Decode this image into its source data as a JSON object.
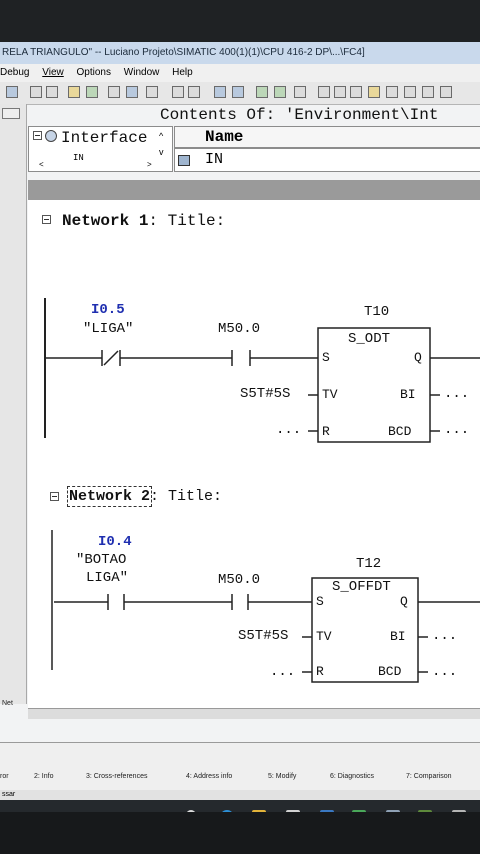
{
  "window": {
    "title": "RELA TRIANGULO\" -- Luciano Projeto\\SIMATIC 400(1)(1)\\CPU 416-2 DP\\...\\FC4]"
  },
  "menu": [
    "Debug",
    "View",
    "Options",
    "Window",
    "Help"
  ],
  "editor": {
    "contents_header": "Contents Of: 'Environment\\Int",
    "interface_label": "Interface",
    "interface_child": "IN",
    "name_header": "Name",
    "name_row": "IN"
  },
  "networks": [
    {
      "title_label": "Network 1",
      "title_suffix": ": Title:",
      "contact1_address": "I0.5",
      "contact1_symbol": "\"LIGA\"",
      "contact2_address": "M50.0",
      "timer_name": "T10",
      "block_type": "S_ODT",
      "pin_s": "S",
      "pin_tv": "TV",
      "pin_r": "R",
      "pin_q": "Q",
      "pin_bi": "BI",
      "pin_bcd": "BCD",
      "tv_value": "S5T#5S",
      "r_value": "...",
      "bi_value": "...",
      "bcd_value": "..."
    },
    {
      "title_label": "Network 2",
      "title_suffix": ": Title:",
      "contact1_address": "I0.4",
      "contact1_symbol_line1": "\"BOTAO",
      "contact1_symbol_line2": "LIGA\"",
      "contact2_address": "M50.0",
      "timer_name": "T12",
      "block_type": "S_OFFDT",
      "pin_s": "S",
      "pin_tv": "TV",
      "pin_r": "R",
      "pin_q": "Q",
      "pin_bi": "BI",
      "pin_bcd": "BCD",
      "tv_value": "S5T#5S",
      "r_value": "...",
      "bi_value": "...",
      "bcd_value": "..."
    }
  ],
  "bottom_tabs": [
    "ror",
    "2: Info",
    "3: Cross-references",
    "4: Address info",
    "5: Modify",
    "6: Diagnostics",
    "7: Comparison"
  ],
  "left_panel_tab": "Net",
  "status_text": "ssar",
  "colors": {
    "address_blue": "#1f2fb0",
    "title_bar": "#c9d9ec",
    "taskbar": "#25292d"
  }
}
